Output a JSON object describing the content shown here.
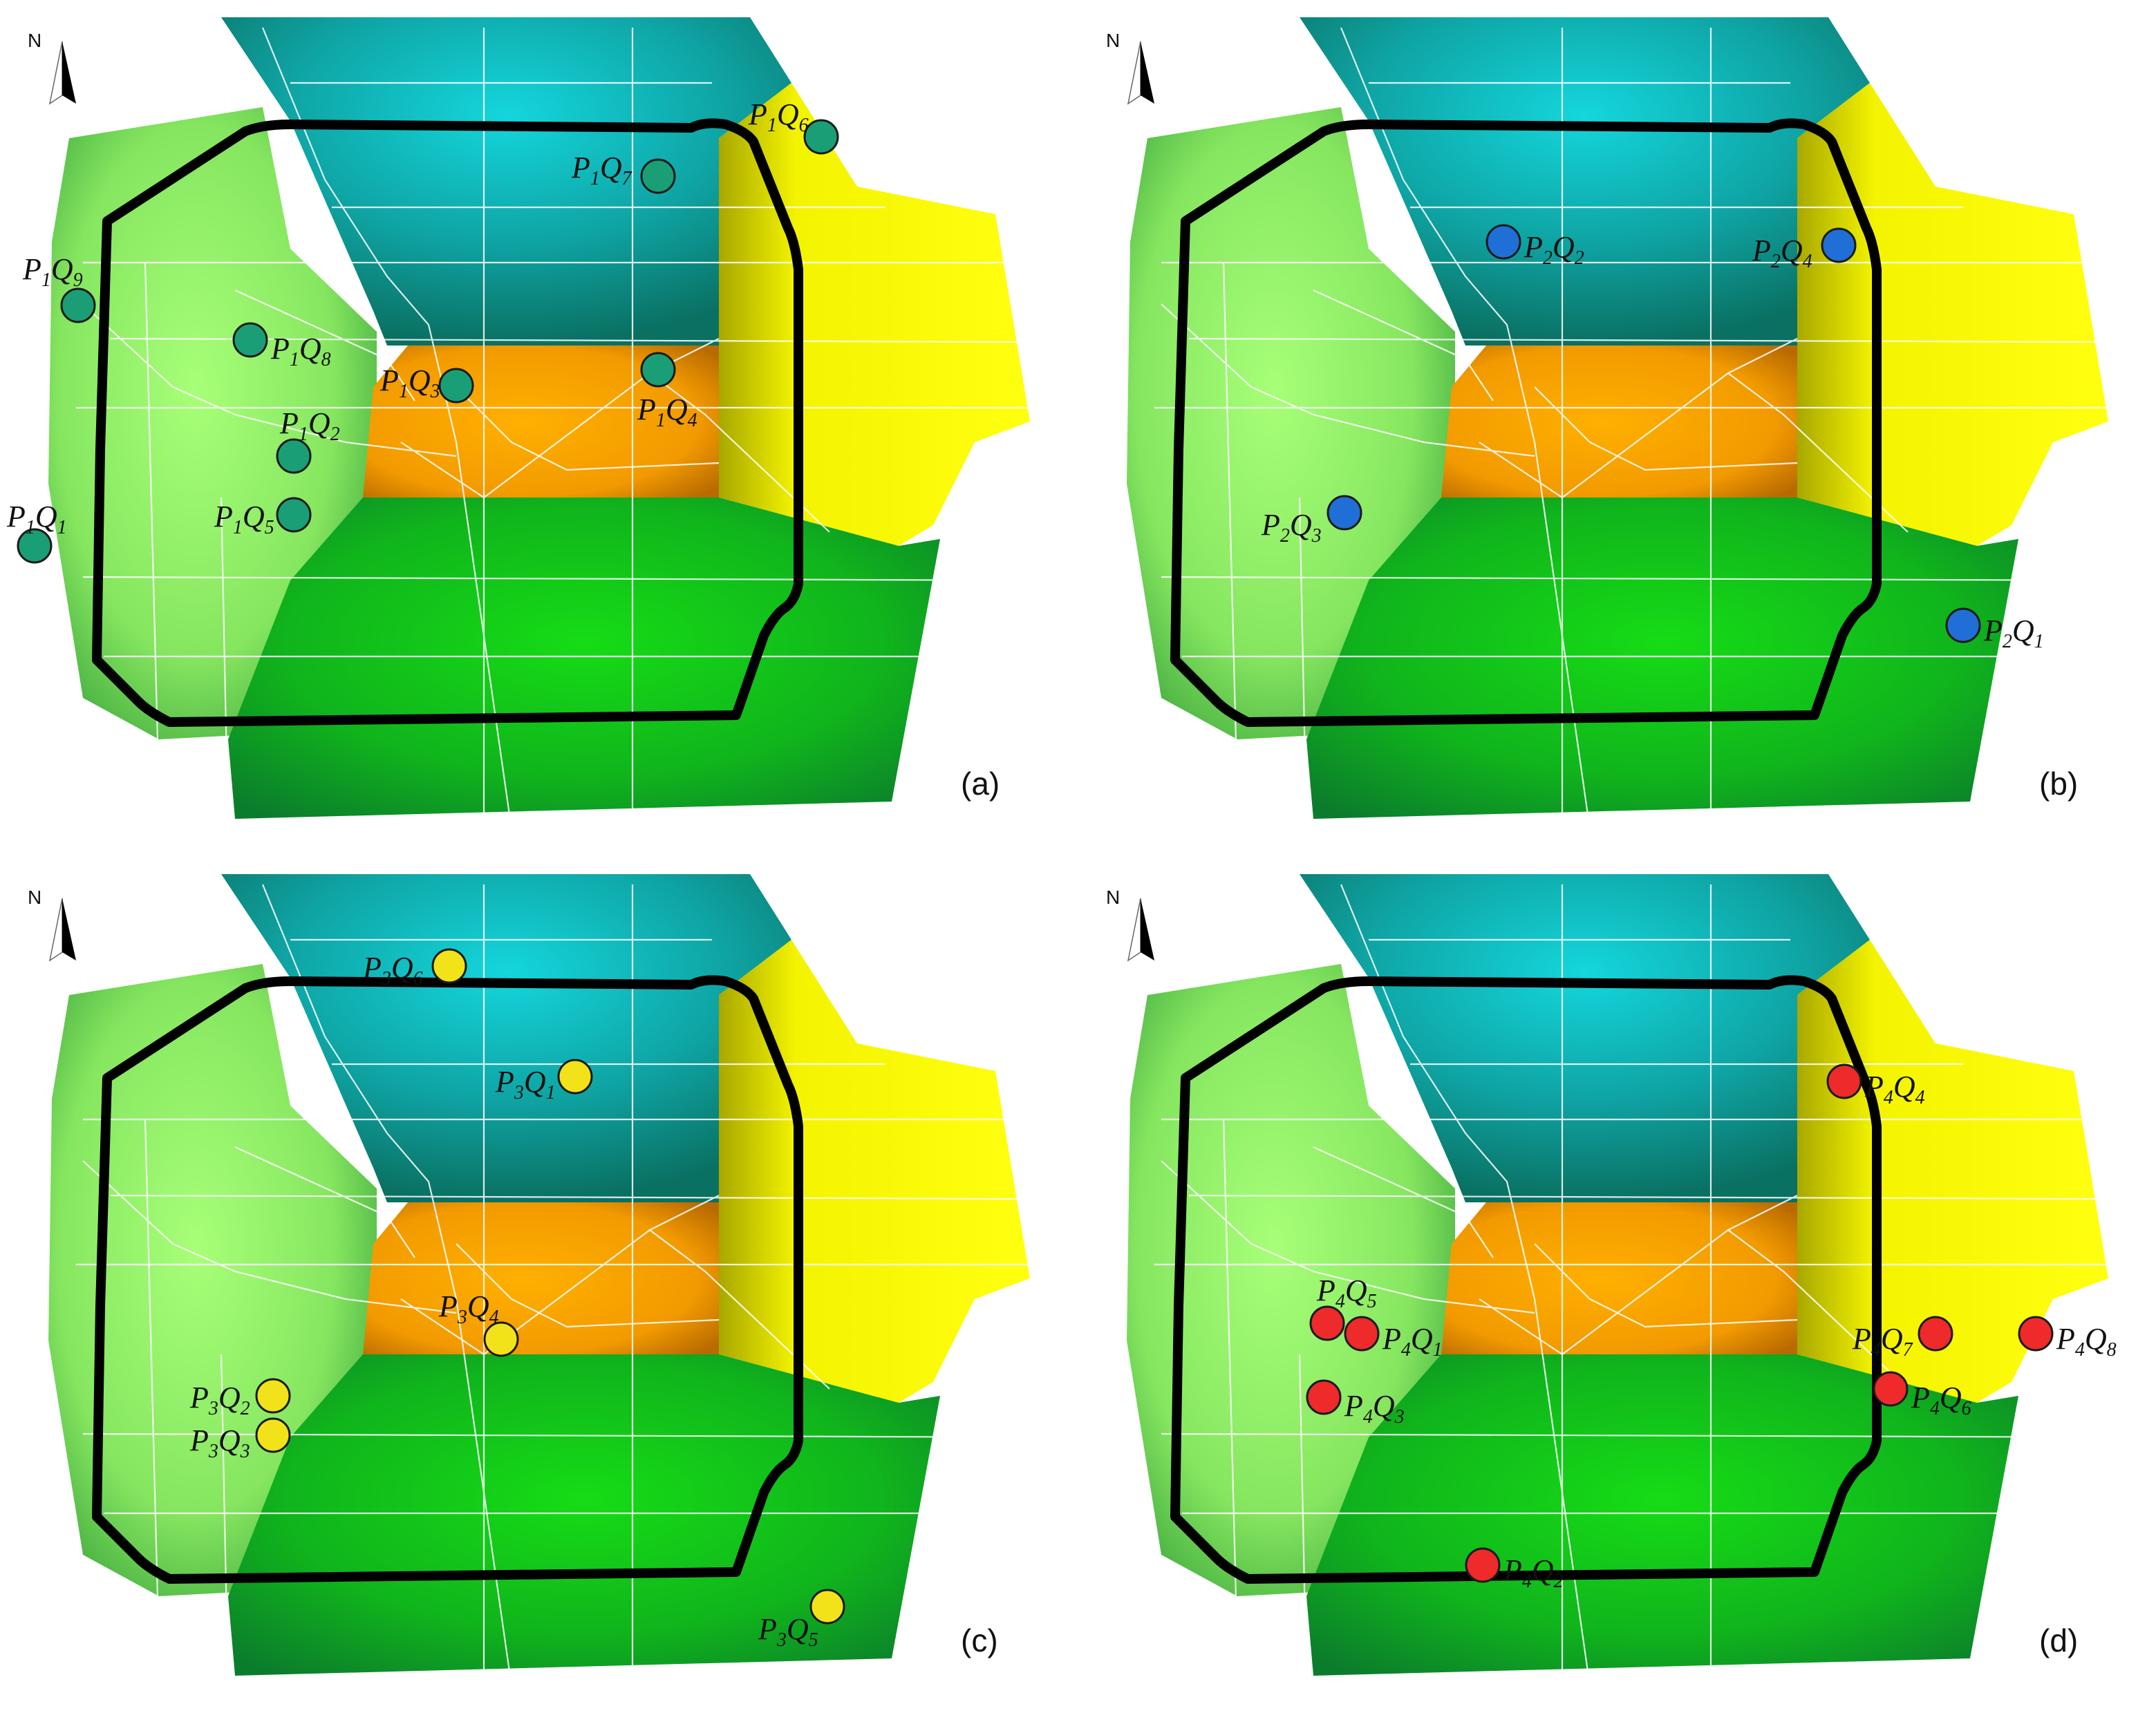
{
  "north_label": "N",
  "colors": {
    "light_green": "#8ee85e",
    "teal": "#109a90",
    "orange": "#f5a000",
    "yellow": "#f2f200",
    "dark_green": "#12b31e",
    "outline": "#000000",
    "roads": "#ffffff"
  },
  "panels": [
    {
      "label": "(a)",
      "marker_color": "#1a9e76",
      "points": [
        {
          "p": "1",
          "q": "1",
          "label": "P1Q1"
        },
        {
          "p": "1",
          "q": "2",
          "label": "P1Q2"
        },
        {
          "p": "1",
          "q": "3",
          "label": "P1Q3"
        },
        {
          "p": "1",
          "q": "4",
          "label": "P1Q4"
        },
        {
          "p": "1",
          "q": "5",
          "label": "P1Q5"
        },
        {
          "p": "1",
          "q": "6",
          "label": "P1Q6"
        },
        {
          "p": "1",
          "q": "7",
          "label": "P1Q7"
        },
        {
          "p": "1",
          "q": "8",
          "label": "P1Q8"
        },
        {
          "p": "1",
          "q": "9",
          "label": "P1Q9"
        }
      ]
    },
    {
      "label": "(b)",
      "marker_color": "#1f6fd6",
      "points": [
        {
          "p": "2",
          "q": "1",
          "label": "P2Q1"
        },
        {
          "p": "2",
          "q": "2",
          "label": "P2Q2"
        },
        {
          "p": "2",
          "q": "3",
          "label": "P2Q3"
        },
        {
          "p": "2",
          "q": "4",
          "label": "P2Q4"
        }
      ]
    },
    {
      "label": "(c)",
      "marker_color": "#f2e21a",
      "points": [
        {
          "p": "3",
          "q": "1",
          "label": "P3Q1"
        },
        {
          "p": "3",
          "q": "2",
          "label": "P3Q2"
        },
        {
          "p": "3",
          "q": "3",
          "label": "P3Q3"
        },
        {
          "p": "3",
          "q": "4",
          "label": "P3Q4"
        },
        {
          "p": "3",
          "q": "5",
          "label": "P3Q5"
        },
        {
          "p": "3",
          "q": "6",
          "label": "P3Q6"
        }
      ]
    },
    {
      "label": "(d)",
      "marker_color": "#ee2a2a",
      "points": [
        {
          "p": "4",
          "q": "1",
          "label": "P4Q1"
        },
        {
          "p": "4",
          "q": "2",
          "label": "P4Q2"
        },
        {
          "p": "4",
          "q": "3",
          "label": "P4Q3"
        },
        {
          "p": "4",
          "q": "4",
          "label": "P4Q4"
        },
        {
          "p": "4",
          "q": "5",
          "label": "P4Q5"
        },
        {
          "p": "4",
          "q": "6",
          "label": "P4Q6"
        },
        {
          "p": "4",
          "q": "7",
          "label": "P4Q7"
        },
        {
          "p": "4",
          "q": "8",
          "label": "P4Q8"
        }
      ]
    }
  ]
}
